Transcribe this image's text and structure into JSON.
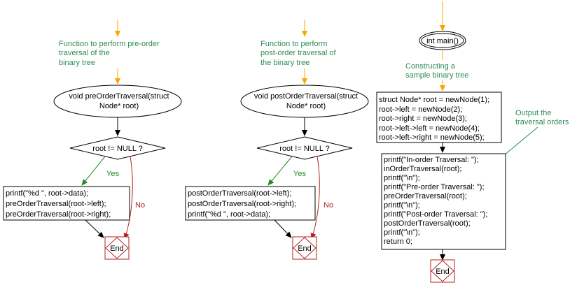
{
  "flow1": {
    "note": [
      "Function to perform pre-order",
      "traversal of the",
      "binary tree"
    ],
    "start": [
      "void preOrderTraversal(struct",
      "Node* root)"
    ],
    "decision": "root != NULL ?",
    "yes": "Yes",
    "no": "No",
    "body": [
      "printf(\"%d \", root->data);",
      "preOrderTraversal(root->left);",
      "preOrderTraversal(root->right);"
    ],
    "end": "End"
  },
  "flow2": {
    "note": [
      "Function to perform",
      "post-order traversal of",
      "the binary tree"
    ],
    "start": [
      "void postOrderTraversal(struct",
      "Node* root)"
    ],
    "decision": "root != NULL ?",
    "yes": "Yes",
    "no": "No",
    "body": [
      "postOrderTraversal(root->left);",
      "postOrderTraversal(root->right);",
      "printf(\"%d \", root->data);"
    ],
    "end": "End"
  },
  "flow3": {
    "start": "int main()",
    "note1": [
      "Constructing a",
      "sample binary tree"
    ],
    "box1": [
      "struct Node* root = newNode(1);",
      "root->left = newNode(2);",
      "root->right = newNode(3);",
      "root->left->left = newNode(4);",
      "root->left->right = newNode(5);"
    ],
    "note2": [
      "Output the",
      "traversal orders"
    ],
    "box2": [
      "printf(\"In-order Traversal: \");",
      "inOrderTraversal(root);",
      "printf(\"\\n\");",
      "printf(\"Pre-order Traversal: \");",
      "preOrderTraversal(root);",
      "printf(\"\\n\");",
      "printf(\"Post-order Traversal: \");",
      "postOrderTraversal(root);",
      "printf(\"\\n\");",
      "return 0;"
    ],
    "end": "End"
  },
  "colors": {
    "arrow_orange": "#ffa500",
    "arrow_black": "#000000",
    "arrow_green": "#228b22",
    "arrow_red": "#b22222",
    "note_text": "#2e8b57",
    "end_border": "#b22222",
    "note_line": "#2e8b57"
  }
}
